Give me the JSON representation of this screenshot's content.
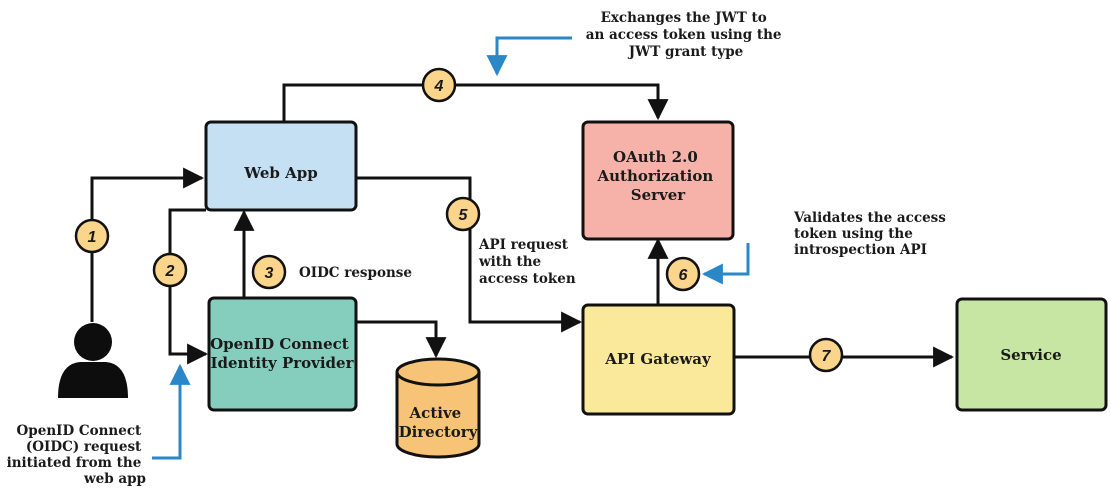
{
  "colors": {
    "web_app": "#c5dff3",
    "oauth": "#f6b1a9",
    "idp": "#85cdbd",
    "gateway": "#fbe99b",
    "service": "#c7e5a3",
    "directory": "#f7c377",
    "step_badge": "#fbd58b",
    "callout_arrow": "#2a88c9",
    "line": "#111111"
  },
  "nodes": {
    "web_app": [
      "Web App"
    ],
    "oauth": [
      "OAuth 2.0",
      "Authorization",
      "Server"
    ],
    "idp": [
      "OpenID Connect",
      "Identity Provider"
    ],
    "gateway": [
      "API Gateway"
    ],
    "service": [
      "Service"
    ],
    "directory": [
      "Active",
      "Directory"
    ]
  },
  "steps": [
    "1",
    "2",
    "3",
    "4",
    "5",
    "6",
    "7"
  ],
  "annotations": {
    "jwt_exchange": [
      "Exchanges the JWT  to",
      "an access token using the",
      "JWT grant type"
    ],
    "oidc_response": [
      "OIDC response"
    ],
    "api_request": [
      "API request",
      "with the",
      "access token"
    ],
    "validates": [
      "Validates the access",
      "token using the",
      "introspection API"
    ],
    "oidc_request": [
      "OpenID Connect",
      "(OIDC) request",
      "initiated from the",
      "web app"
    ]
  },
  "user_icon": "user-silhouette-icon"
}
